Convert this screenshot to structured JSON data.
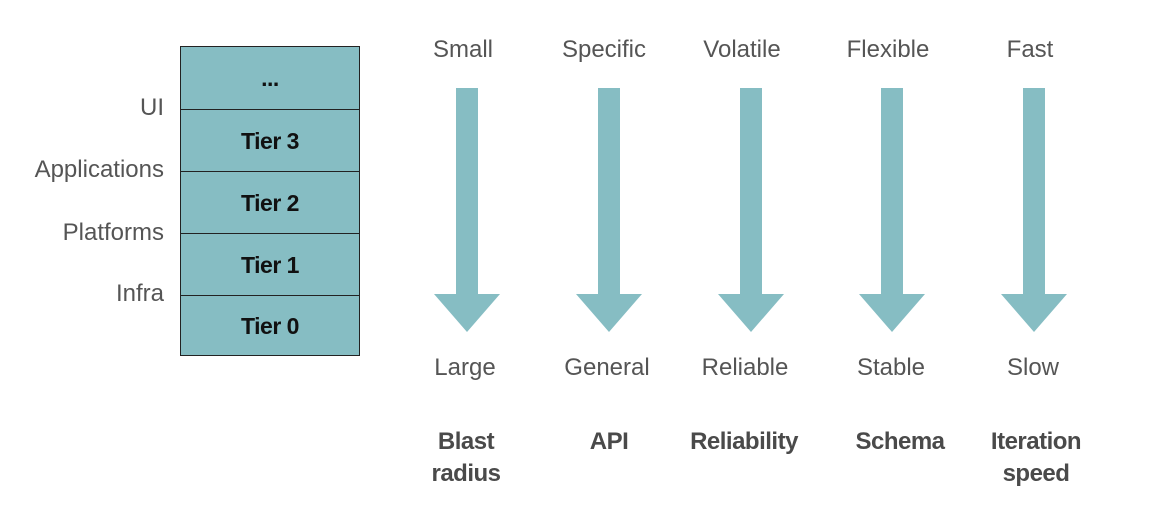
{
  "stack": {
    "tiers": [
      "...",
      "Tier 3",
      "Tier 2",
      "Tier 1",
      "Tier 0"
    ]
  },
  "layers": [
    "UI",
    "Applications",
    "Platforms",
    "Infra"
  ],
  "arrow_color": "#86bdc3",
  "columns": [
    {
      "top": "Small",
      "bottom": "Large",
      "title": "Blast\nradius"
    },
    {
      "top": "Specific",
      "bottom": "General",
      "title": "API"
    },
    {
      "top": "Volatile",
      "bottom": "Reliable",
      "title": "Reliability"
    },
    {
      "top": "Flexible",
      "bottom": "Stable",
      "title": "Schema"
    },
    {
      "top": "Fast",
      "bottom": "Slow",
      "title": "Iteration\nspeed"
    }
  ]
}
